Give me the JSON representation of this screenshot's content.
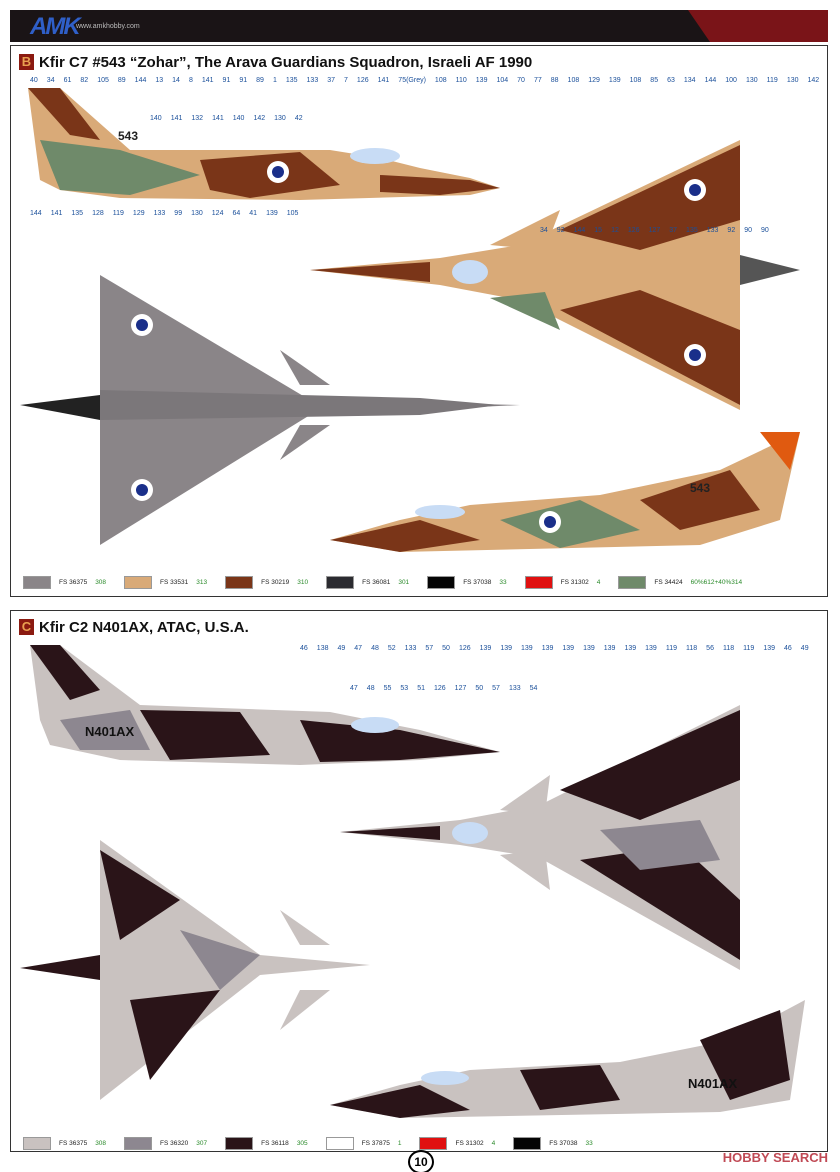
{
  "header": {
    "logo": "AMK",
    "url": "www.amkhobby.com"
  },
  "panel_b": {
    "letter": "B",
    "title": "Kfir C7 #543 “Zohar”, The Arava Guardians Squadron, Israeli AF 1990",
    "tail_number": "543",
    "callouts": [
      "40",
      "34",
      "61",
      "82",
      "105",
      "89",
      "144",
      "13",
      "14",
      "8",
      "141",
      "91",
      "91",
      "89",
      "1",
      "135",
      "133",
      "37",
      "7",
      "126",
      "141",
      "75(Grey)",
      "108",
      "110",
      "139",
      "104",
      "70",
      "77",
      "88",
      "108",
      "129",
      "139",
      "108",
      "85",
      "63",
      "134",
      "144",
      "100",
      "130",
      "119",
      "130",
      "142",
      "140",
      "141",
      "132",
      "141",
      "140",
      "142",
      "130",
      "42",
      "144",
      "141",
      "135",
      "128",
      "119",
      "129",
      "133",
      "99",
      "130",
      "124",
      "64",
      "41",
      "139",
      "105",
      "34",
      "92",
      "144",
      "15",
      "12",
      "126",
      "127",
      "37",
      "135",
      "133",
      "92",
      "90",
      "90"
    ],
    "legend": [
      {
        "color": "#8a8588",
        "fs": "FS 36375",
        "num": "308"
      },
      {
        "color": "#d9aa78",
        "fs": "FS 33531",
        "num": "313"
      },
      {
        "color": "#7a3518",
        "fs": "FS 30219",
        "num": "310"
      },
      {
        "color": "#2b2b30",
        "fs": "FS 36081",
        "num": "301"
      },
      {
        "color": "#050505",
        "fs": "FS 37038",
        "num": "33"
      },
      {
        "color": "#e01010",
        "fs": "FS 31302",
        "num": "4"
      },
      {
        "color": "#6f8a6a",
        "fs": "FS 34424",
        "num": "60%612+40%314"
      }
    ]
  },
  "panel_c": {
    "letter": "C",
    "title": "Kfir C2 N401AX, ATAC, U.S.A.",
    "registration": "N401AX",
    "callouts": [
      "46",
      "138",
      "49",
      "47",
      "48",
      "52",
      "133",
      "57",
      "50",
      "126",
      "139",
      "139",
      "139",
      "139",
      "139",
      "139",
      "139",
      "139",
      "139",
      "119",
      "118",
      "56",
      "118",
      "119",
      "139",
      "46",
      "49",
      "47",
      "48",
      "55",
      "53",
      "51",
      "126",
      "127",
      "50",
      "57",
      "133",
      "54"
    ],
    "legend": [
      {
        "color": "#c9c2c0",
        "fs": "FS 36375",
        "num": "308"
      },
      {
        "color": "#8d8790",
        "fs": "FS 36320",
        "num": "307"
      },
      {
        "color": "#2a1418",
        "fs": "FS 36118",
        "num": "305"
      },
      {
        "color": "#ffffff",
        "fs": "FS 37875",
        "num": "1"
      },
      {
        "color": "#e01010",
        "fs": "FS 31302",
        "num": "4"
      },
      {
        "color": "#050505",
        "fs": "FS 37038",
        "num": "33"
      }
    ]
  },
  "footer": {
    "page": "10",
    "watermark": "HOBBY SEARCH"
  }
}
